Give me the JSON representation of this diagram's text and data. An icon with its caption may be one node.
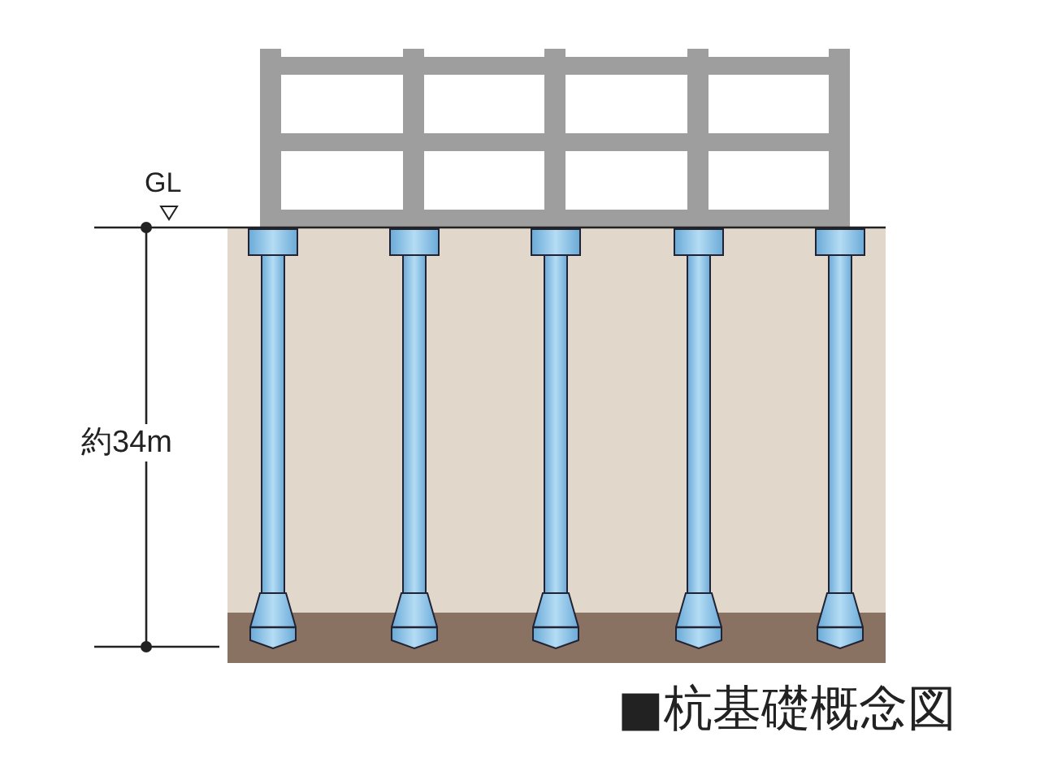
{
  "diagram": {
    "caption": "■杭基礎概念図",
    "labels": [
      "GL",
      "約34m"
    ]
  }
}
